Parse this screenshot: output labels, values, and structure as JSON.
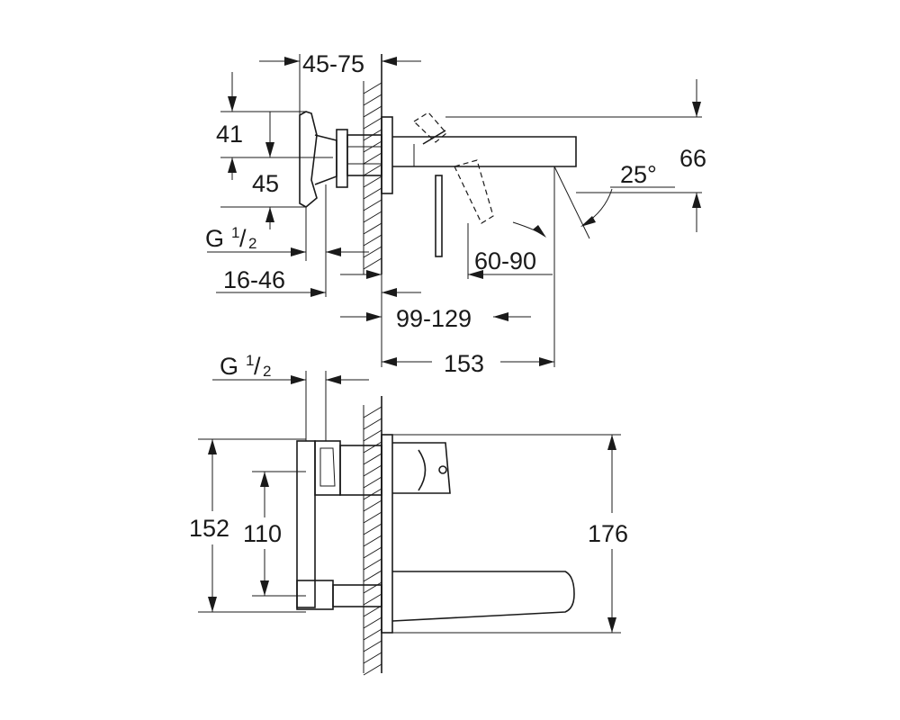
{
  "drawing": {
    "top_view": {
      "dim_wall_depth": "45-75",
      "dim_spout_height": "66",
      "dim_handle_upper": "41",
      "dim_handle_lower": "45",
      "dim_thread_prefix": "G",
      "dim_thread_num": "1",
      "dim_thread_sep": "/",
      "dim_thread_den": "2",
      "dim_range_16_46": "16-46",
      "dim_angle": "25°",
      "dim_range_60_90": "60-90",
      "dim_range_99_129": "99-129",
      "dim_total": "153"
    },
    "front_view": {
      "dim_thread_prefix": "G",
      "dim_thread_num": "1",
      "dim_thread_sep": "/",
      "dim_thread_den": "2",
      "dim_height_outer": "152",
      "dim_height_inner": "110",
      "dim_plate_height": "176"
    }
  }
}
